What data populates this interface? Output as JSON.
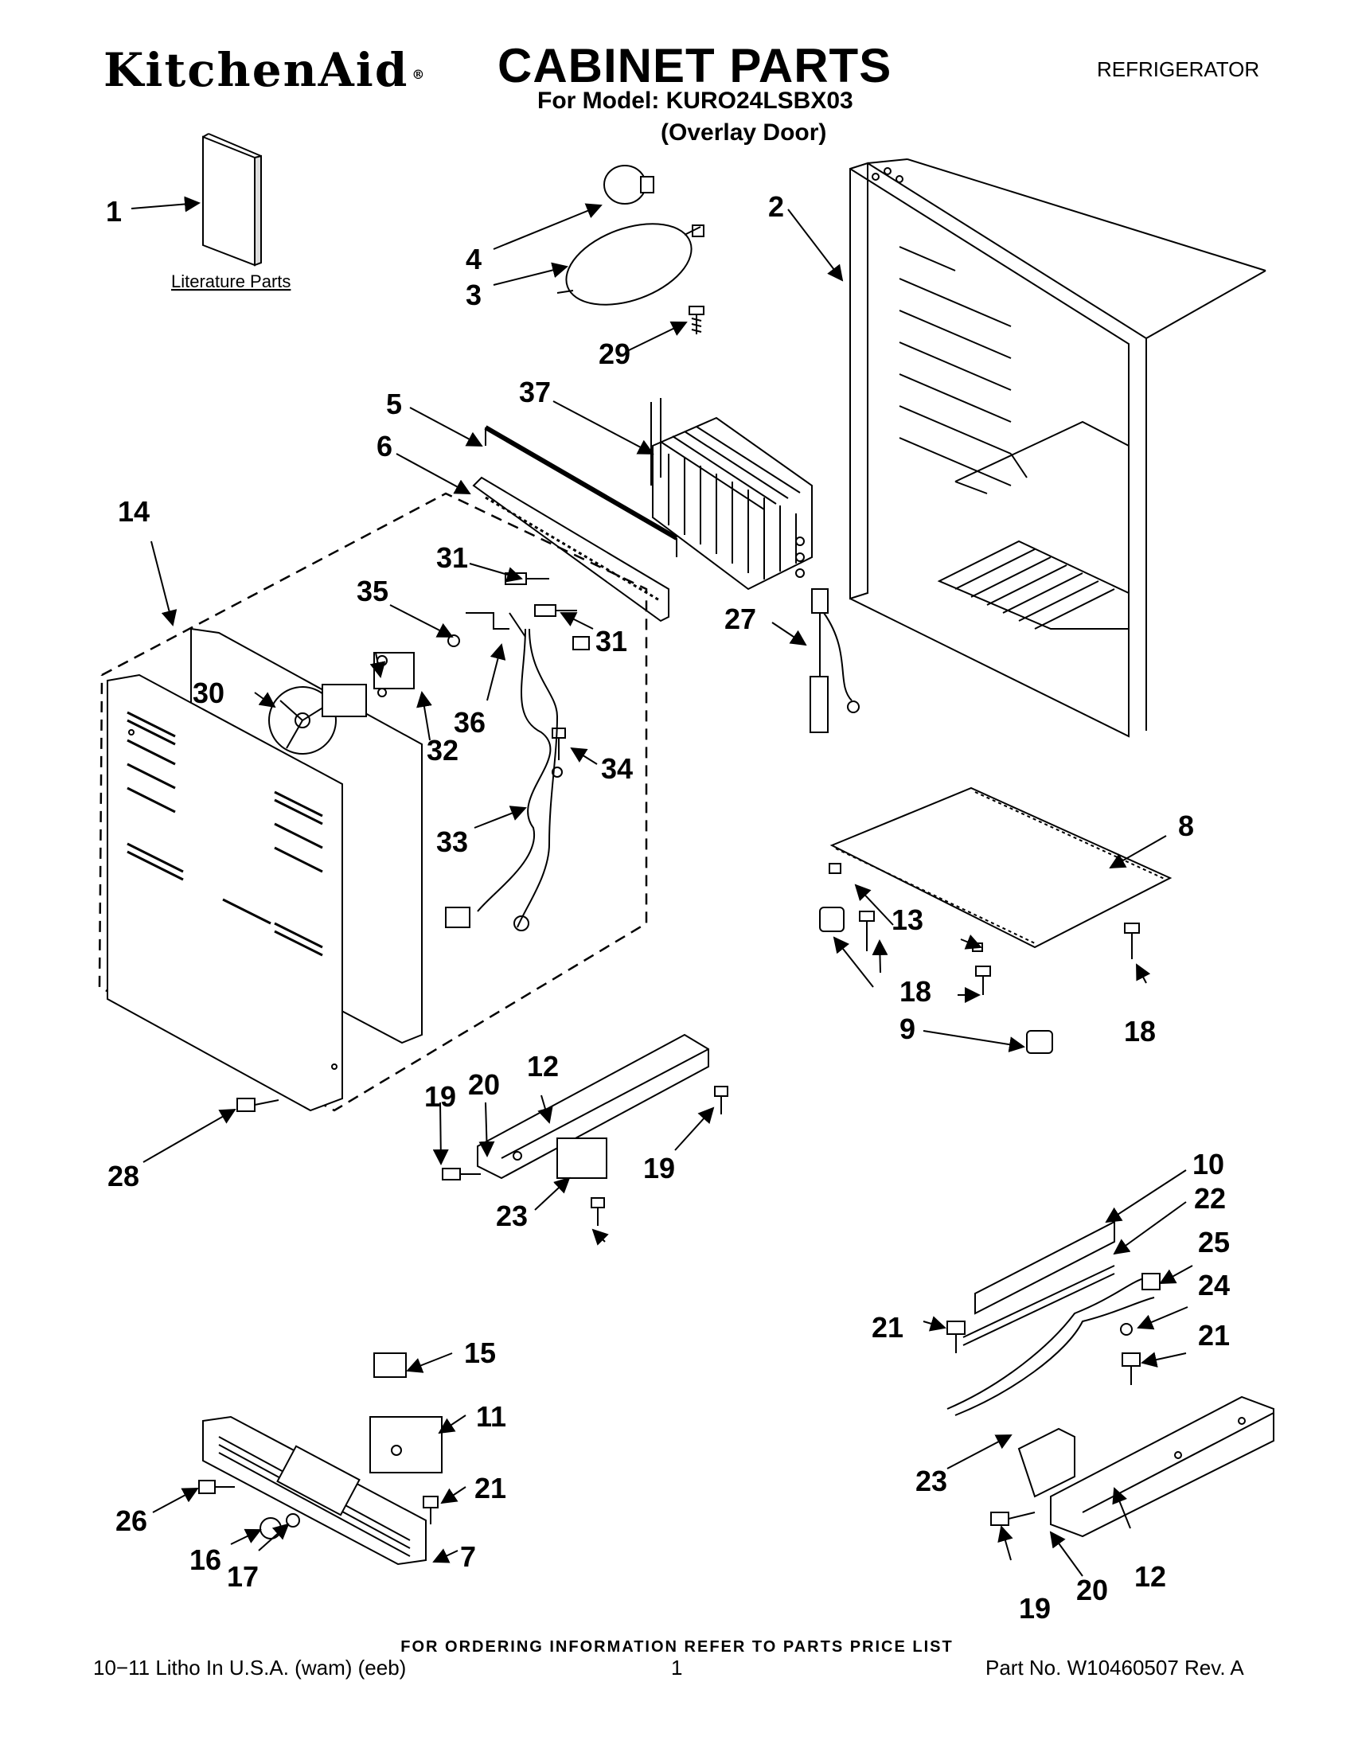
{
  "header": {
    "brand": "KitchenAid",
    "brand_mark": "®",
    "title": "CABINET PARTS",
    "subtitle": "For Model: KURO24LSBX03",
    "variant": "(Overlay Door)",
    "category": "REFRIGERATOR"
  },
  "diagram": {
    "literature_label": "Literature Parts",
    "callouts": [
      "1",
      "2",
      "3",
      "4",
      "5",
      "6",
      "7",
      "8",
      "9",
      "10",
      "11",
      "12",
      "13",
      "14",
      "15",
      "16",
      "17",
      "18",
      "19",
      "20",
      "21",
      "22",
      "23",
      "24",
      "25",
      "26",
      "27",
      "28",
      "29",
      "30",
      "31",
      "32",
      "33",
      "34",
      "35",
      "36",
      "37"
    ]
  },
  "footer": {
    "ordering_note": "FOR ORDERING INFORMATION REFER TO PARTS PRICE LIST",
    "litho": "10−11 Litho In U.S.A. (wam) (eeb)",
    "page_number": "1",
    "part_number": "Part No. W10460507 Rev. A"
  }
}
